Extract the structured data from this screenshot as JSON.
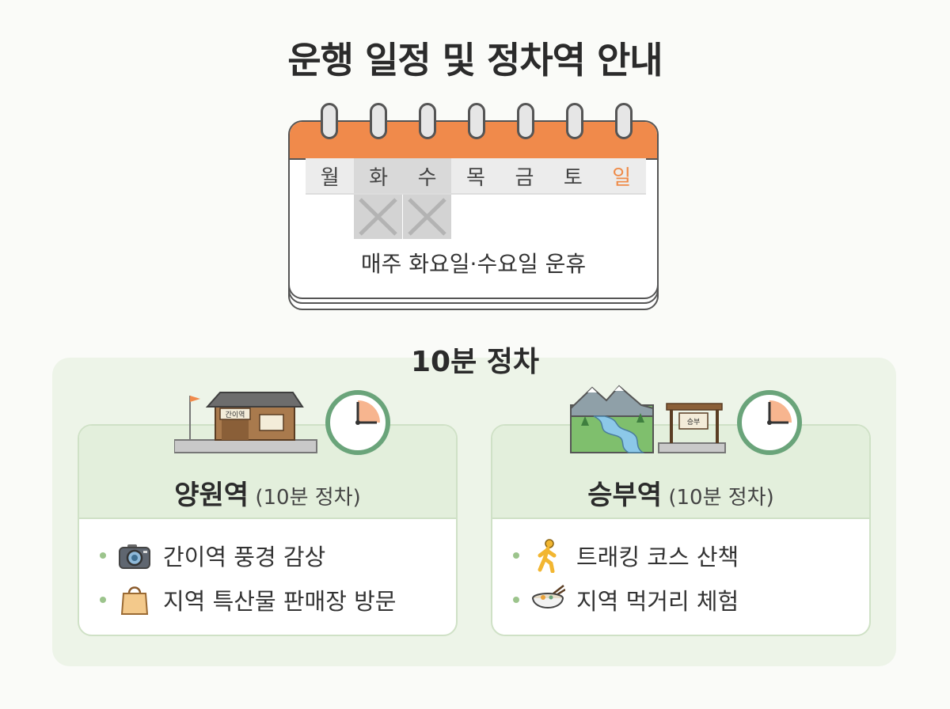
{
  "title": "운행 일정 및 정차역 안내",
  "calendar": {
    "days": [
      "월",
      "화",
      "수",
      "목",
      "금",
      "토",
      "일"
    ],
    "closed_days": [
      "화",
      "수"
    ],
    "note": "매주 화요일·수요일 운휴"
  },
  "stops_title": "10분 정차",
  "stations": [
    {
      "name": "양원역",
      "stop_duration": "(10분 정차)",
      "sign_text": "간이역",
      "activities": [
        {
          "icon": "camera-icon",
          "label": "간이역 풍경 감상"
        },
        {
          "icon": "shopping-bag-icon",
          "label": "지역 특산물 판매장 방문"
        }
      ]
    },
    {
      "name": "승부역",
      "stop_duration": "(10분 정차)",
      "sign_text": "승부",
      "activities": [
        {
          "icon": "walking-person-icon",
          "label": "트래킹 코스 산책"
        },
        {
          "icon": "noodle-bowl-icon",
          "label": "지역 먹거리 체험"
        }
      ]
    }
  ],
  "colors": {
    "calendar_header": "#f08a4b",
    "sunday": "#ef8a47",
    "section_bg": "#edf4e8",
    "card_header": "#e3efdc",
    "bullet": "#9cc48c",
    "clock_ring": "#6aa47a",
    "clock_fill": "#f7b58f"
  }
}
